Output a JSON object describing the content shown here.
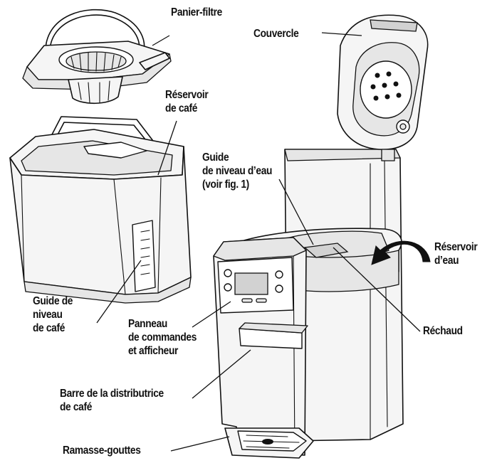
{
  "labels": {
    "panier_filtre": "Panier-filtre",
    "couvercle": "Couvercle",
    "reservoir_cafe": "Réservoir\nde café",
    "guide_niveau_eau": "Guide\nde niveau d’eau\n(voir fig. 1)",
    "reservoir_eau": "Réservoir\nd’eau",
    "guide_niveau_cafe": "Guide de\nniveau\nde café",
    "panneau": "Panneau\nde commandes\net afficheur",
    "rechaud": "Réchaud",
    "barre": "Barre de la distributrice\nde café",
    "ramasse_gouttes": "Ramasse-gouttes"
  },
  "icons": {
    "arrow": "curved-arrow-icon"
  }
}
